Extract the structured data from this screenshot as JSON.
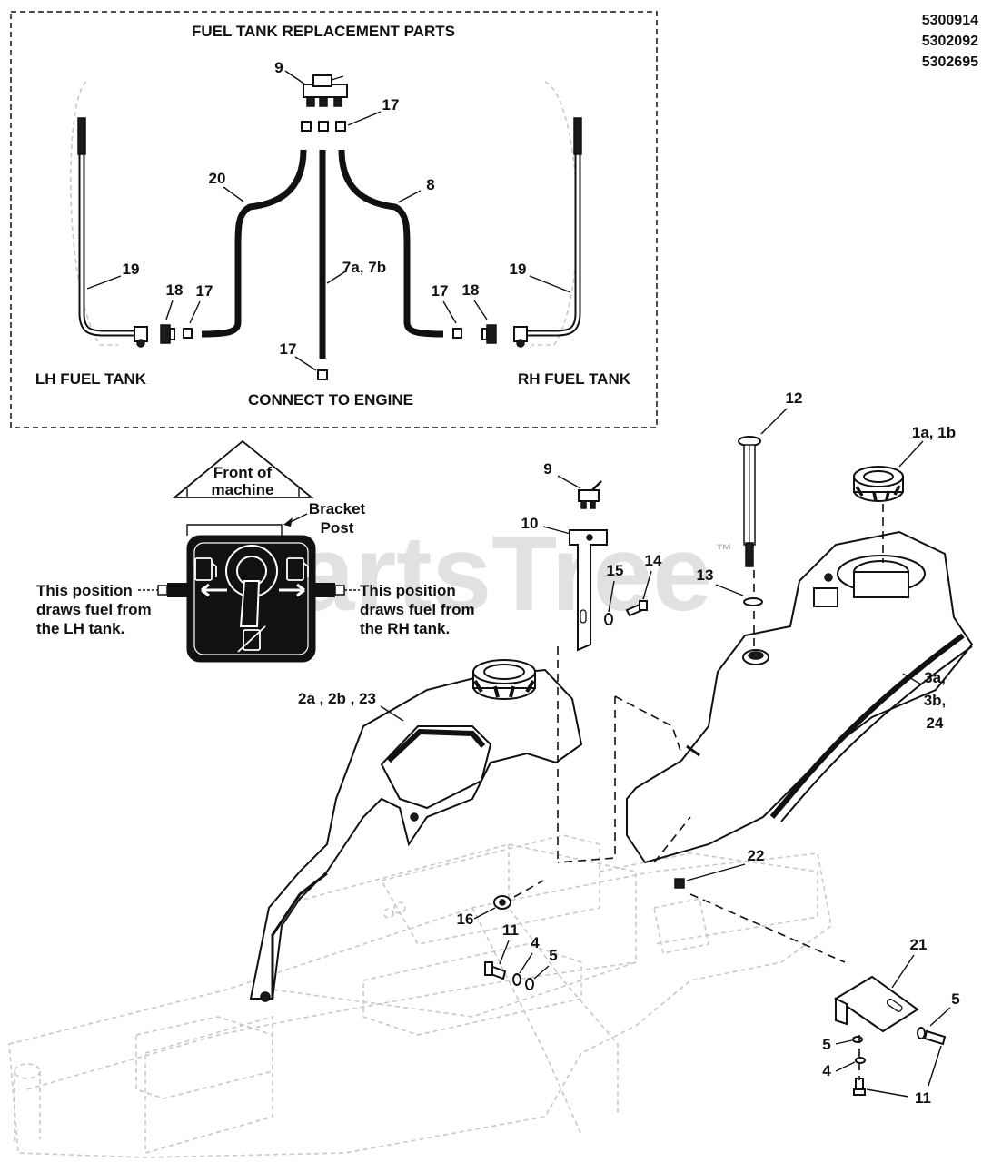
{
  "model_numbers": [
    "5300914",
    "5302092",
    "5302695"
  ],
  "inset": {
    "title": "FUEL TANK REPLACEMENT PARTS",
    "lh_tank_label": "LH FUEL TANK",
    "rh_tank_label": "RH FUEL TANK",
    "engine_label": "CONNECT TO ENGINE",
    "callouts": {
      "valve": "9",
      "clamp_top": "17",
      "hose_lh": "20",
      "hose_rh": "8",
      "hose_engine": "7a, 7b",
      "line_lh": "19",
      "line_rh": "19",
      "fitting_lh": "18",
      "fitting_rh": "18",
      "clamp_lh": "17",
      "clamp_rh": "17",
      "clamp_engine": "17"
    }
  },
  "valve_guide": {
    "front_label": [
      "Front of",
      "machine"
    ],
    "bracket_label": [
      "Bracket",
      "Post"
    ],
    "left_text": [
      "This position",
      "draws fuel from",
      "the LH tank."
    ],
    "right_text": [
      "This position",
      "draws fuel from",
      "the RH tank."
    ]
  },
  "main": {
    "callouts": {
      "cap": "1a, 1b",
      "gauge": "12",
      "valve": "9",
      "bracket": "10",
      "grommet": "13",
      "bolt_top": "14",
      "washer_top": "15",
      "lh_tank": "2a , 2b , 23",
      "rh_tank": [
        "3a,",
        "3b,",
        "24"
      ],
      "nut_mid": "22",
      "nut_left": "16",
      "bolt_left": "11",
      "washer_left_a": "4",
      "washer_left_b": "5",
      "rear_bracket": "21",
      "washer_rb_a": "5",
      "washer_rb_b": "5",
      "washer_rb_c": "4",
      "bolt_rb": "11"
    }
  },
  "watermark": "PartsTree",
  "watermark_tm": "™"
}
